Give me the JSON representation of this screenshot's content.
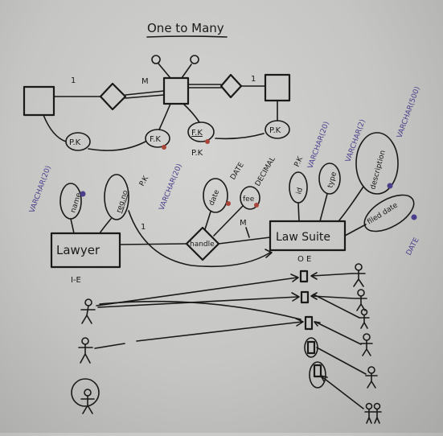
{
  "title": "One to Many",
  "top_schema": {
    "cardinality_left": "1",
    "cardinality_middle": "M",
    "cardinality_right": "1",
    "keys": [
      "P.K",
      "F.K",
      "F.K",
      "P.K",
      "P.K"
    ]
  },
  "entities": {
    "lawyer": {
      "name": "Lawyer",
      "set_label": "I-E"
    },
    "lawsuit": {
      "name": "Law Suite",
      "set_label": "O E"
    }
  },
  "relationship": {
    "name": "handle",
    "card_lawyer": "1",
    "card_lawsuit": "M"
  },
  "lawyer_attributes": [
    {
      "name": "name",
      "type": "VARCHAR(20)",
      "key": ""
    },
    {
      "name": "reg.no",
      "type": "VARCHAR(20)",
      "key": "P.K"
    }
  ],
  "relationship_attributes": [
    {
      "name": "date",
      "type": "DATE"
    },
    {
      "name": "fee",
      "type": "DECIMAL"
    }
  ],
  "lawsuit_attributes": [
    {
      "name": "id",
      "type": "VARCHAR(20)",
      "key": "P.K"
    },
    {
      "name": "type",
      "type": "VARCHAR(2)",
      "key": ""
    },
    {
      "name": "description",
      "type": "VARCHAR(500)",
      "key": ""
    },
    {
      "name": "filed date",
      "type": "DATE",
      "key": ""
    }
  ]
}
